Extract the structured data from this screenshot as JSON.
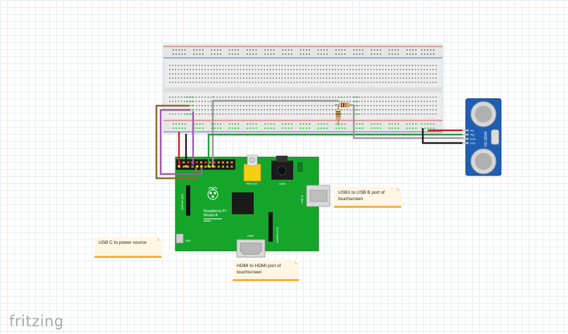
{
  "app_logo": "fritzing",
  "board": {
    "name_line1": "Raspberry Pi",
    "name_line2": "Model A",
    "video_out": "Video Out",
    "audio": "Audio",
    "hdmi": "HDMI",
    "usb": "USB 2x",
    "display": "DISPLAY (DSI)",
    "camera": "CAMERA (CSI)"
  },
  "sensor": {
    "model": "HC-SR04",
    "pins": [
      "Vcc",
      "Trig",
      "Echo",
      "Gnd"
    ]
  },
  "notes": {
    "usb1": "USB1 to USB B port of touchscreen",
    "usbc": "USB C to power source",
    "hdmi": "HDMI to HDMI port of touchscreen"
  },
  "colors": {
    "board": "#15a52b",
    "breadboard": "#ededed",
    "sensor": "#1e5fb5",
    "note_fill": "#fff7e3",
    "note_bar": "#f3b143"
  }
}
